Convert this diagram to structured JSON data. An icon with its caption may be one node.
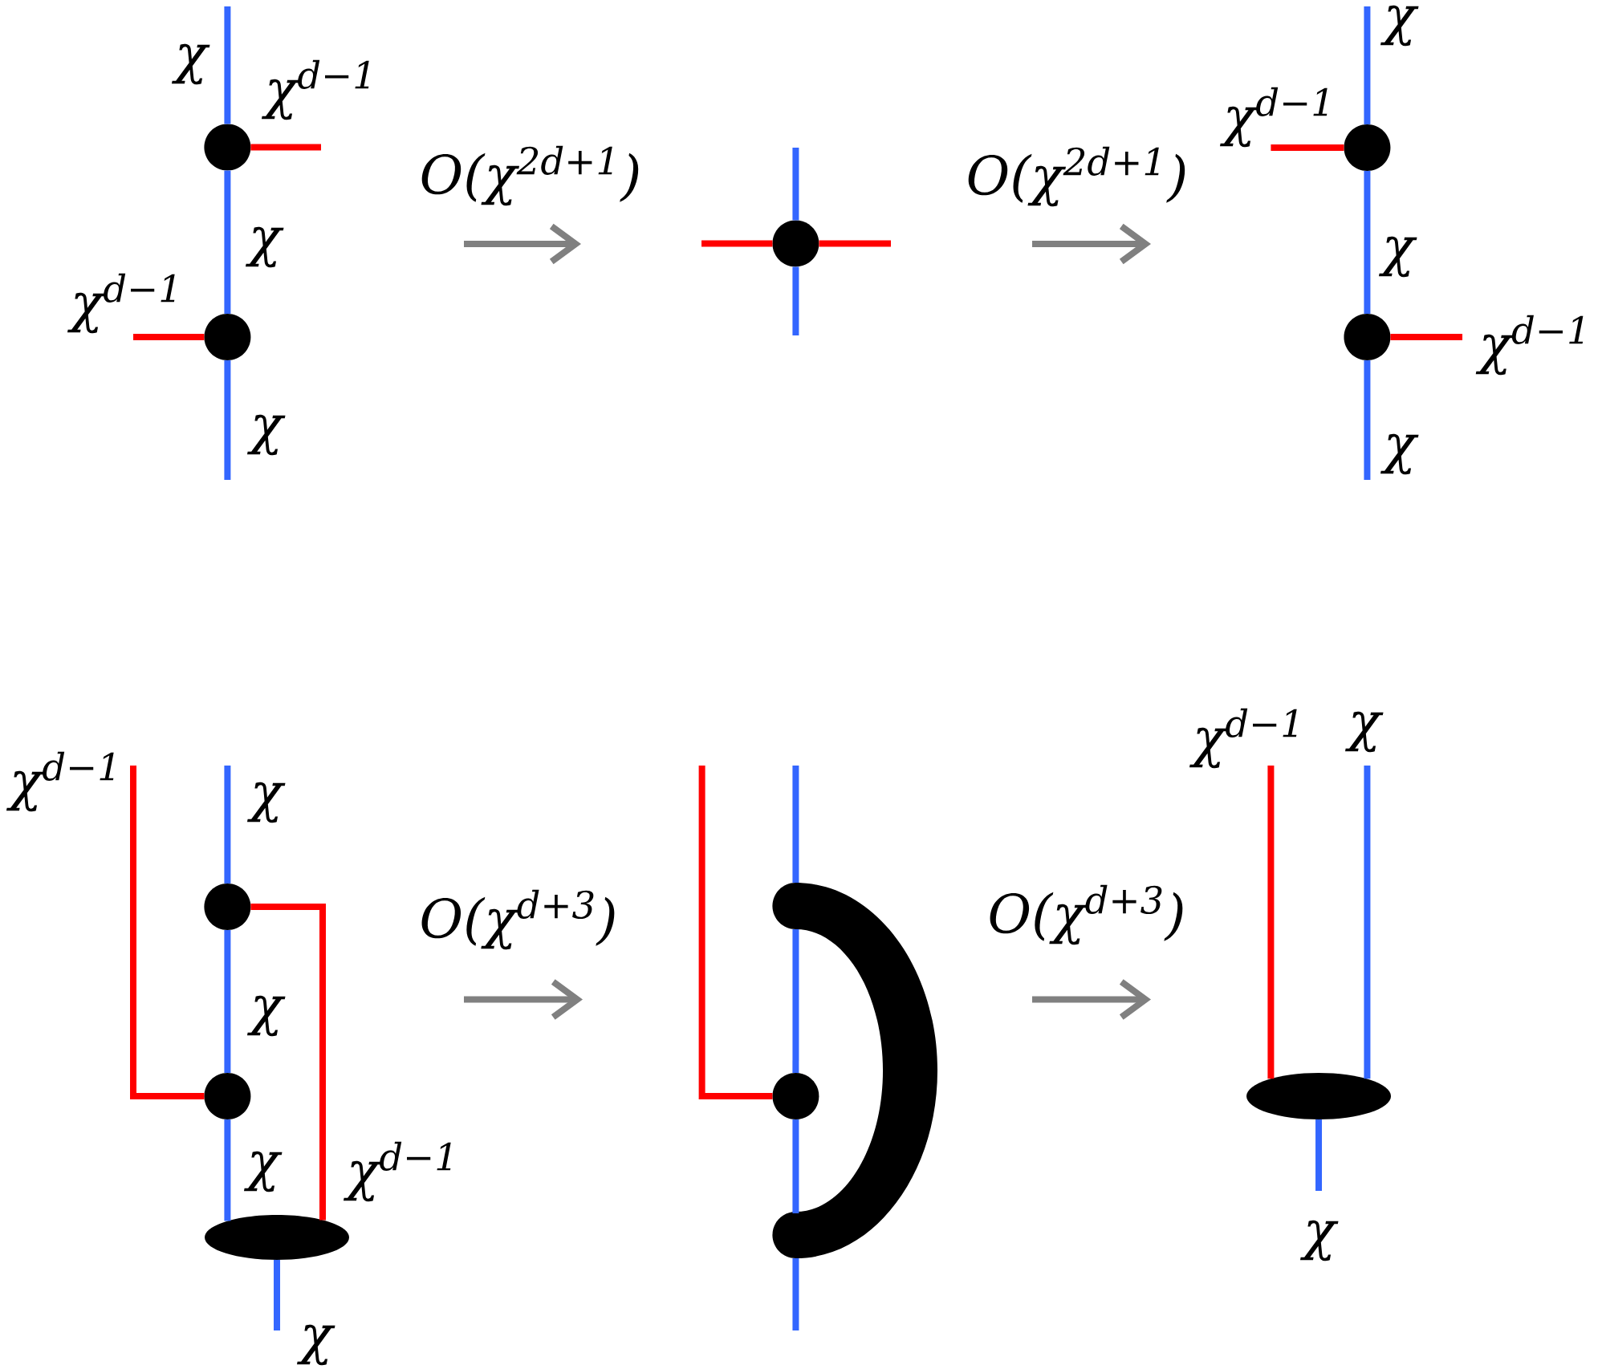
{
  "diagram": {
    "nodes": [
      {
        "text": [],
        "shape": "circle"
      },
      {
        "text": [],
        "shape": "circle"
      },
      {
        "text": [],
        "shape": "circle"
      },
      {
        "text": [],
        "shape": "circle"
      },
      {
        "text": [],
        "shape": "circle"
      },
      {
        "text": [],
        "shape": "circle"
      },
      {
        "text": [],
        "shape": "circle"
      },
      {
        "text": [],
        "shape": "ellipse"
      },
      {
        "text": [],
        "shape": "arc"
      },
      {
        "text": [],
        "shape": "circle"
      },
      {
        "text": [],
        "shape": "ellipse"
      }
    ],
    "edges": [
      {
        "from": null,
        "to": 0,
        "arrow": "none",
        "label": "χ"
      },
      {
        "from": 0,
        "to": null,
        "arrow": "none",
        "label": "χ$^{d−1}$",
        "color": "#ff0000"
      },
      {
        "from": 0,
        "to": 1,
        "arrow": "none",
        "label": "χ"
      },
      {
        "from": null,
        "to": 1,
        "arrow": "none",
        "label": "χ$^{d−1}$",
        "color": "#ff0000"
      },
      {
        "from": 1,
        "to": null,
        "arrow": "none",
        "label": "χ"
      },
      {
        "from": null,
        "to": 2,
        "arrow": "none"
      },
      {
        "from": 2,
        "to": null,
        "arrow": "none"
      },
      {
        "from": null,
        "to": 2,
        "arrow": "none",
        "color": "#ff0000"
      },
      {
        "from": 2,
        "to": null,
        "arrow": "none",
        "color": "#ff0000"
      },
      {
        "from": null,
        "to": 3,
        "arrow": "none",
        "label": "χ"
      },
      {
        "from": null,
        "to": 3,
        "arrow": "none",
        "label": "χ$^{d−1}$",
        "color": "#ff0000"
      },
      {
        "from": 3,
        "to": 4,
        "arrow": "none",
        "label": "χ"
      },
      {
        "from": 4,
        "to": null,
        "arrow": "none",
        "label": "χ$^{d−1}$",
        "color": "#ff0000"
      },
      {
        "from": 4,
        "to": null,
        "arrow": "none",
        "label": "χ"
      },
      {
        "from": null,
        "to": 6,
        "arrow": "none",
        "label": "χ$^{d−1}$",
        "color": "#ff0000"
      },
      {
        "from": null,
        "to": 5,
        "arrow": "none",
        "label": "χ"
      },
      {
        "from": 5,
        "to": 6,
        "arrow": "none",
        "label": "χ"
      },
      {
        "from": 5,
        "to": 7,
        "arrow": "none",
        "label": "χ$^{d−1}$",
        "color": "#ff0000"
      },
      {
        "from": 6,
        "to": 7,
        "arrow": "none",
        "label": "χ"
      },
      {
        "from": 7,
        "to": null,
        "arrow": "none",
        "label": "χ"
      },
      {
        "from": null,
        "to": 9,
        "arrow": "none",
        "color": "#ff0000"
      },
      {
        "from": null,
        "to": 8,
        "arrow": "none"
      },
      {
        "from": 8,
        "to": 9,
        "arrow": "none"
      },
      {
        "from": 9,
        "to": 8,
        "arrow": "none"
      },
      {
        "from": 8,
        "to": null,
        "arrow": "none"
      },
      {
        "from": null,
        "to": 10,
        "arrow": "none",
        "label": "χ$^{d−1}$",
        "color": "#ff0000"
      },
      {
        "from": null,
        "to": 10,
        "arrow": "none",
        "label": "χ"
      },
      {
        "from": 10,
        "to": null,
        "arrow": "none",
        "label": "χ"
      }
    ],
    "labels": [
      "O(χ$^{2d+1}$)",
      "O(χ$^{2d+1}$)",
      "O(χ$^{d+3}$)",
      "O(χ$^{d+3}$)"
    ]
  }
}
